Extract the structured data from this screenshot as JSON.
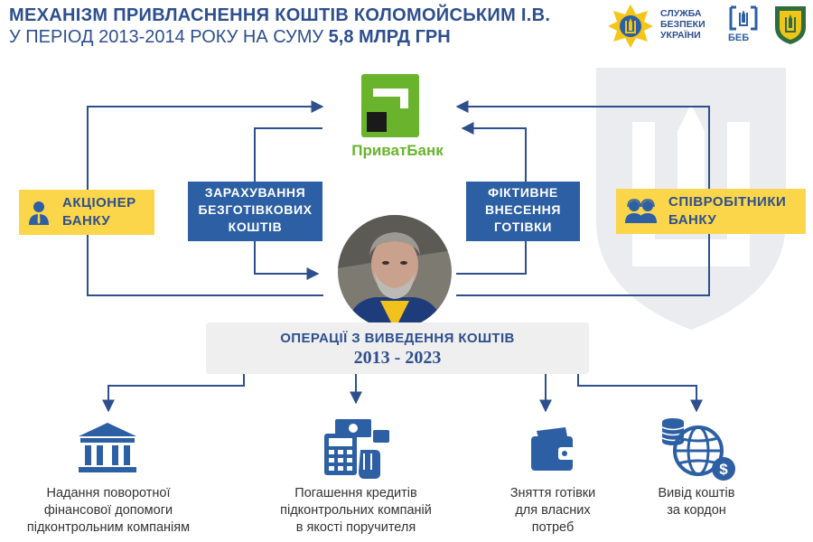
{
  "header": {
    "title_line1": "МЕХАНІЗМ ПРИВЛАСНЕННЯ КОШТІВ КОЛОМОЙСЬКИМ І.В.",
    "title_line2_prefix": "У ПЕРІОД 2013-2014 РОКУ НА СУМУ ",
    "title_line2_bold": "5,8 МЛРД ГРН",
    "sbu_line1": "СЛУЖБА",
    "sbu_line2": "БЕЗПЕКИ",
    "sbu_line3": "УКРАЇНИ",
    "beb_label": "БЕБ"
  },
  "bank": {
    "name": "ПриватБанк"
  },
  "shareholder": {
    "line1": "АКЦІОНЕР",
    "line2": "БАНКУ"
  },
  "employees": {
    "line1": "СПІВРОБІТНИКИ",
    "line2": "БАНКУ"
  },
  "noncash": {
    "line1": "ЗАРАХУВАННЯ",
    "line2": "БЕЗГОТІВКОВИХ",
    "line3": "КОШТІВ"
  },
  "fictitious": {
    "line1": "ФІКТИВНЕ",
    "line2": "ВНЕСЕННЯ",
    "line3": "ГОТІВКИ"
  },
  "operations": {
    "title": "ОПЕРАЦІЇ З ВИВЕДЕННЯ КОШТІВ",
    "years": "2013 - 2023"
  },
  "outcomes": [
    {
      "icon": "bank-building-icon",
      "line1": "Надання поворотної",
      "line2": "фінансової допомоги",
      "line3": "підконтрольним компаніям"
    },
    {
      "icon": "calculator-money-icon",
      "line1": "Погашення кредитів",
      "line2": "підконтрольних компаній",
      "line3": "в якості поручителя"
    },
    {
      "icon": "wallet-icon",
      "line1": "Зняття готівки",
      "line2": "для власних",
      "line3": "потреб"
    },
    {
      "icon": "globe-coins-icon",
      "line1": "Вивід коштів",
      "line2": "за кордон",
      "line3": ""
    }
  ],
  "colors": {
    "dark_blue": "#2d4f8e",
    "box_blue": "#2d5fa4",
    "yellow": "#fbd54a",
    "privat_green": "#6ab42d",
    "operations_bg": "#efefef"
  }
}
